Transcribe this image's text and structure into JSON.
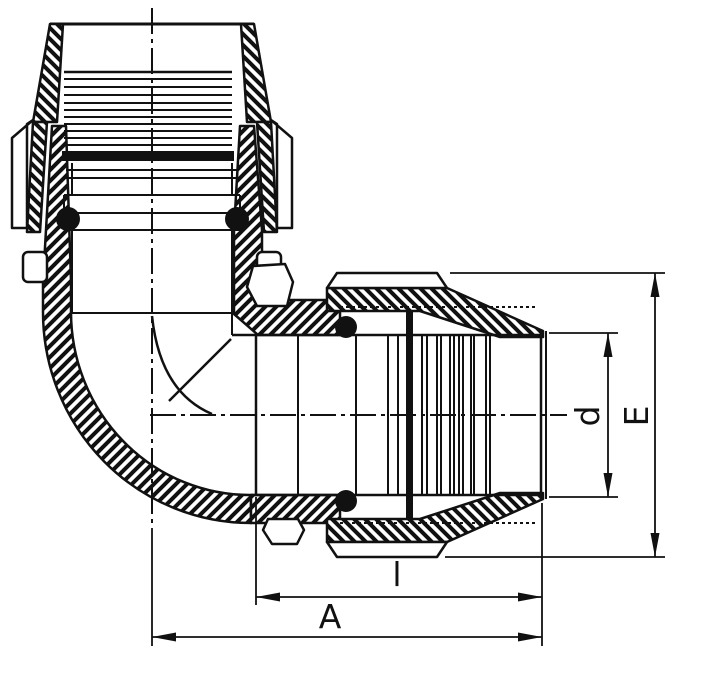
{
  "drawing": {
    "background_color": "#ffffff",
    "line_color": "#111111",
    "view": "sectional-elbow-fitting",
    "dimension_labels": {
      "E": "E",
      "d": "d",
      "l": "l",
      "A": "A"
    }
  }
}
